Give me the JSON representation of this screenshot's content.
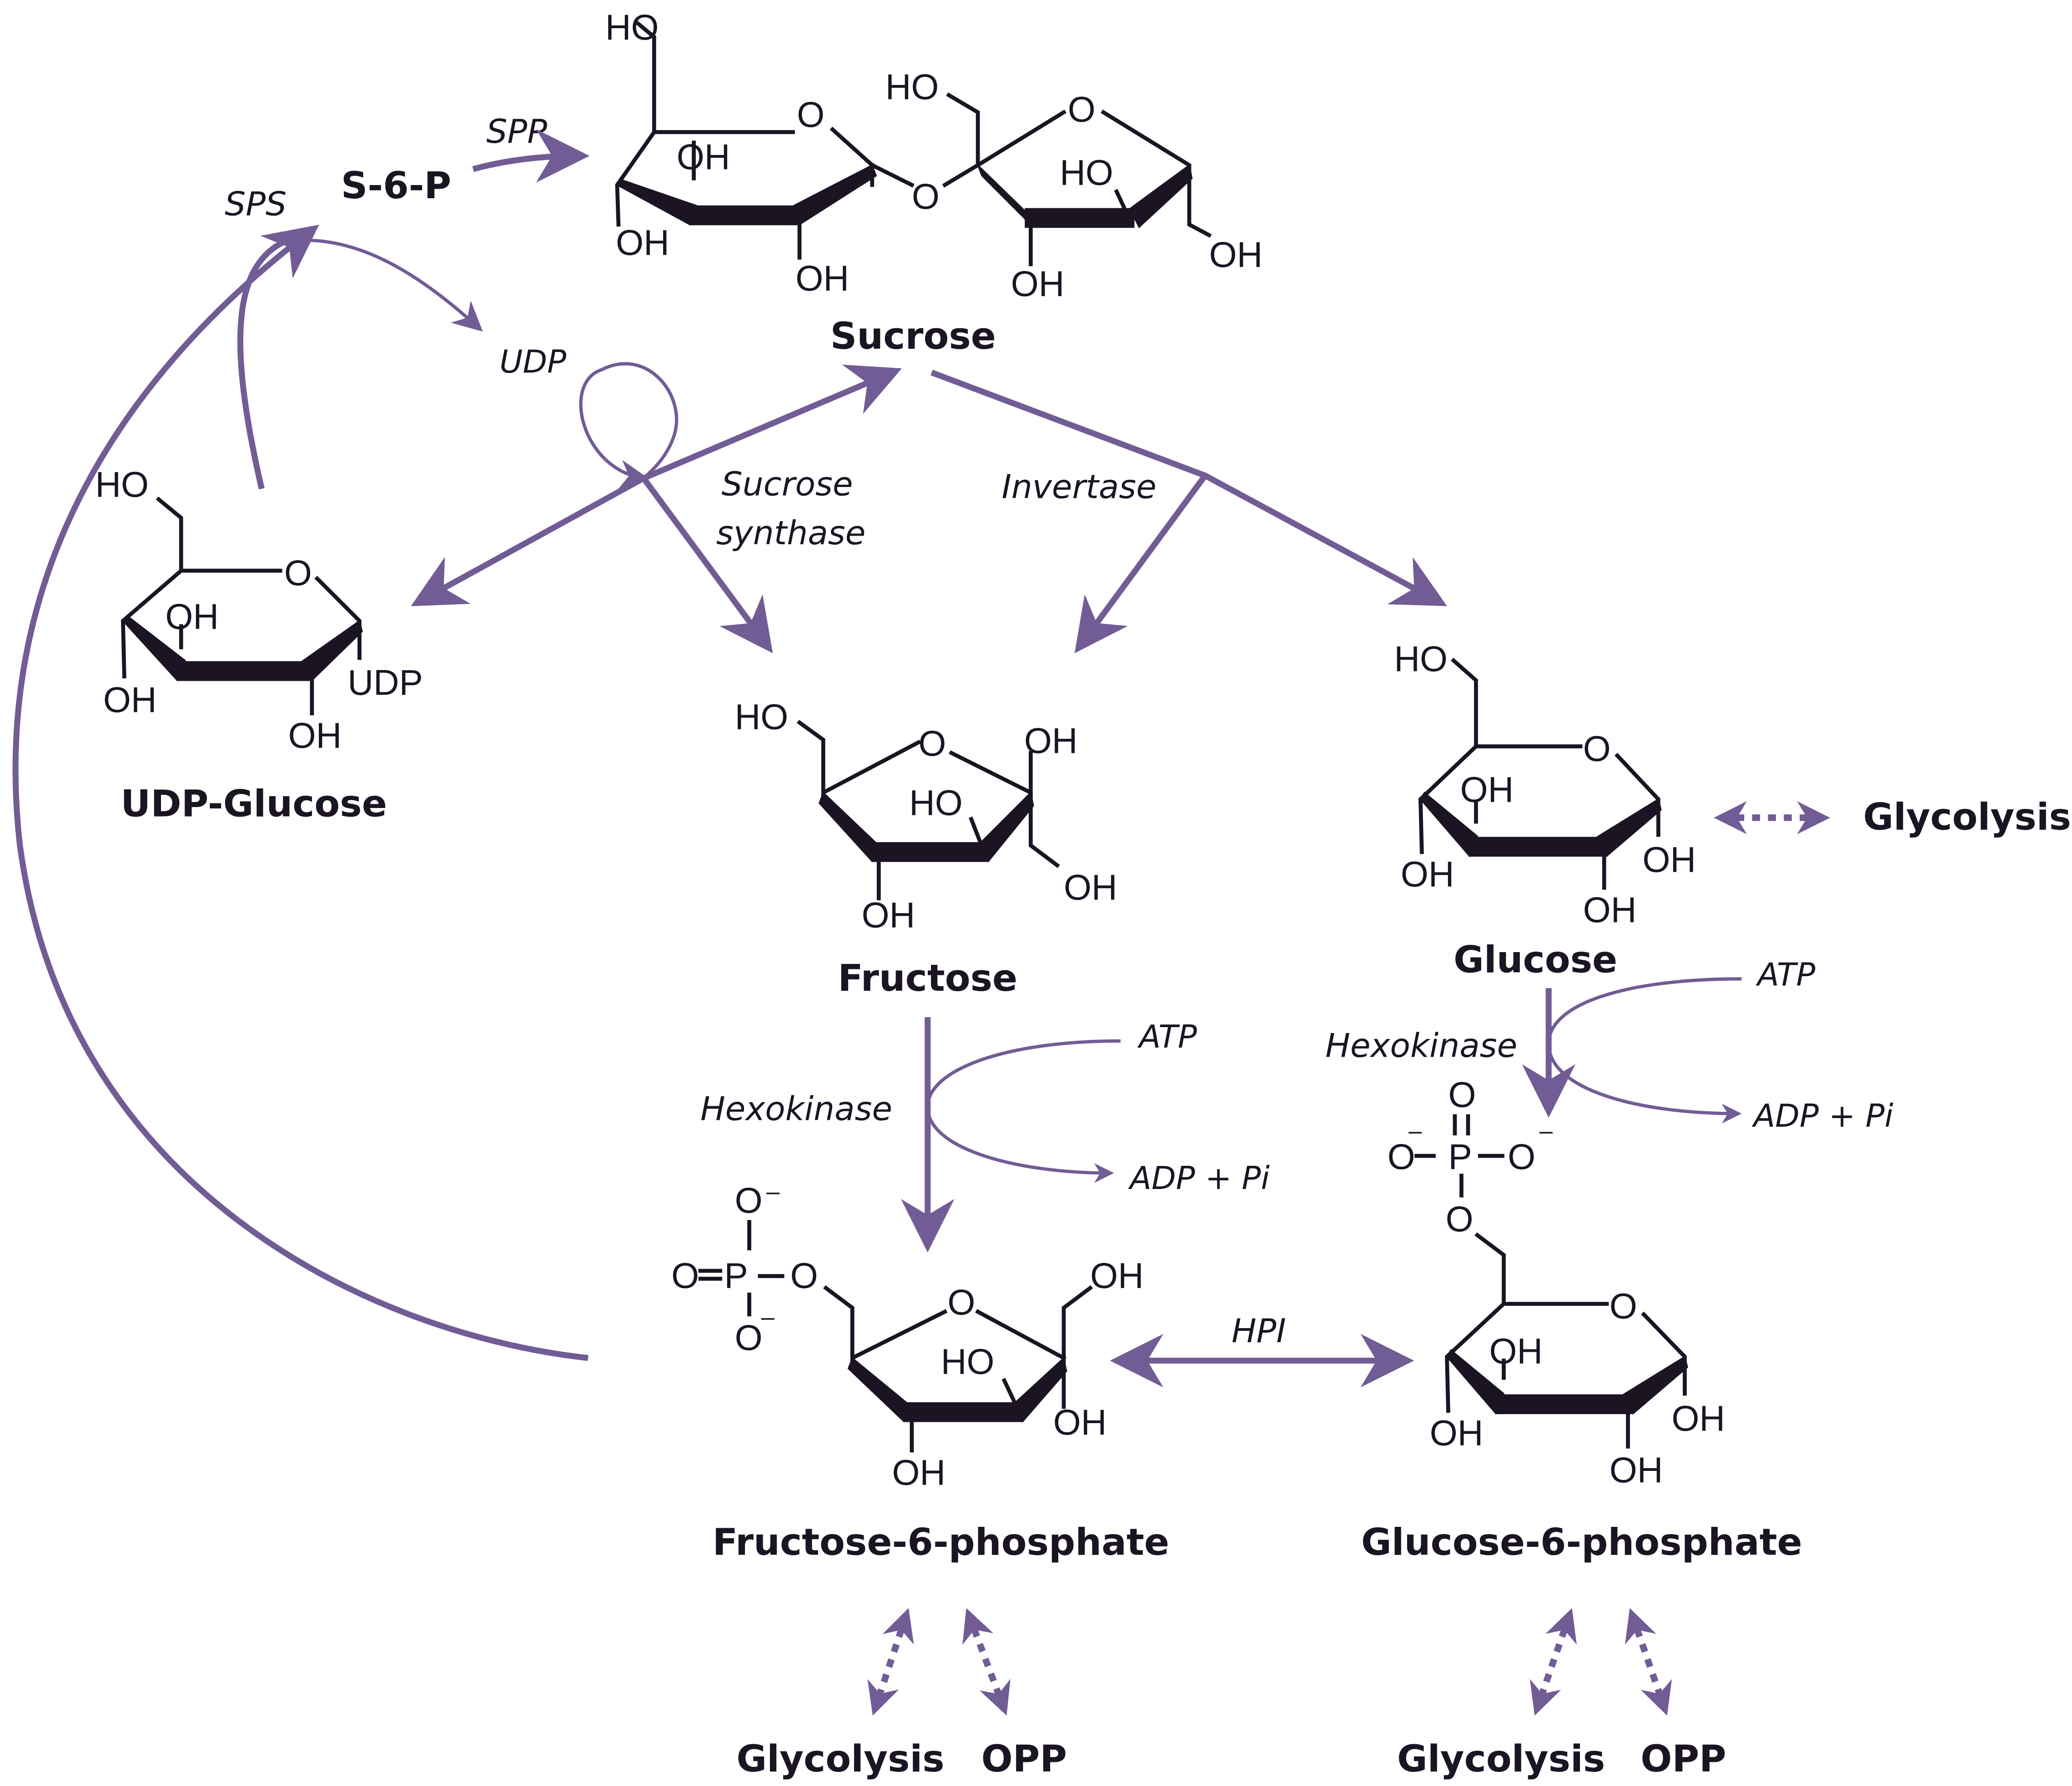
{
  "colors": {
    "arrow": "#725c95",
    "text": "#1a1423",
    "background": "#ffffff"
  },
  "metabolites": {
    "sucrose": "Sucrose",
    "s6p": "S-6-P",
    "udp_glucose": "UDP-Glucose",
    "fructose": "Fructose",
    "glucose": "Glucose",
    "fructose_6_phosphate": "Fructose-6-phosphate",
    "glucose_6_phosphate": "Glucose-6-phosphate"
  },
  "enzymes": {
    "spp": "SPP",
    "sps": "SPS",
    "sucrose_synthase_line1": "Sucrose",
    "sucrose_synthase_line2": "synthase",
    "invertase": "Invertase",
    "hexokinase_fructose": "Hexokinase",
    "hexokinase_glucose": "Hexokinase",
    "hpi": "HPI"
  },
  "cofactors": {
    "udp": "UDP",
    "atp_fructose": "ATP",
    "adp_pi_fructose": "ADP + Pi",
    "atp_glucose": "ATP",
    "adp_pi_glucose": "ADP + Pi"
  },
  "pathways": {
    "glycolysis_glucose": "Glycolysis",
    "f6p_glycolysis": "Glycolysis",
    "f6p_opp": "OPP",
    "g6p_glycolysis": "Glycolysis",
    "g6p_opp": "OPP"
  },
  "atoms": {
    "HO": "HO",
    "OH": "OH",
    "O": "O",
    "UDP": "UDP",
    "P": "P",
    "O_minus": "O⁻",
    "minus": "–",
    "O_eq_P": "O=P"
  }
}
